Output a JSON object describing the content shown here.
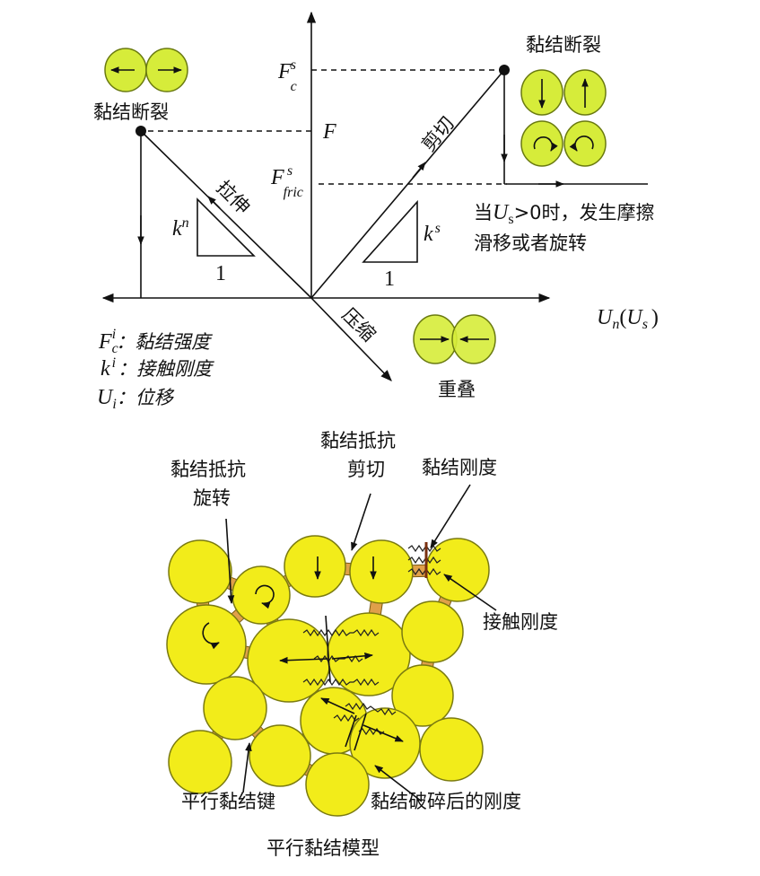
{
  "top_diagram": {
    "axis_x_label": {
      "main": "U",
      "sub1": "n",
      "paren_open": "(",
      "main2": "U",
      "sub2": "s",
      "paren_close": ")"
    },
    "fc_s": {
      "main": "F",
      "sup": "s",
      "sub": "c"
    },
    "f_label": "F",
    "ffric_s": {
      "main": "F",
      "sup": "s",
      "sub": "fric"
    },
    "bond_break_left": "黏结断裂",
    "bond_break_right": "黏结断裂",
    "tension": "拉伸",
    "shear": "剪切",
    "compression": "压缩",
    "overlap": "重叠",
    "kn": {
      "main": "k",
      "sup": "n"
    },
    "ks": {
      "main": "k",
      "sup": "s"
    },
    "one_left": "1",
    "one_right": "1",
    "friction_note_prefix": "当",
    "friction_note_var": "U",
    "friction_note_sub": "s",
    "friction_note_rest": ">0时，发生摩擦",
    "friction_note_line2": "滑移或者旋转",
    "legend": [
      {
        "sym": "F",
        "sup": "i",
        "sub": "c",
        "text": "：黏结强度"
      },
      {
        "sym": "k",
        "sup": "i",
        "text": "：接触刚度"
      },
      {
        "sym": "U",
        "sub": "i",
        "text": "：位移"
      }
    ]
  },
  "bottom_diagram": {
    "label_rotation_1": "黏结抵抗",
    "label_rotation_2": "旋转",
    "label_shear_1": "黏结抵抗",
    "label_shear_2": "剪切",
    "label_bond_stiffness": "黏结刚度",
    "label_contact_stiffness": "接触刚度",
    "label_parallel_bond": "平行黏结键",
    "label_broken_stiffness": "黏结破碎后的刚度",
    "title": "平行黏结模型"
  },
  "colors": {
    "particle_top": "#d6ec3a",
    "particle_bottom": "#f2ec1a",
    "bond": "#e0a04a"
  }
}
